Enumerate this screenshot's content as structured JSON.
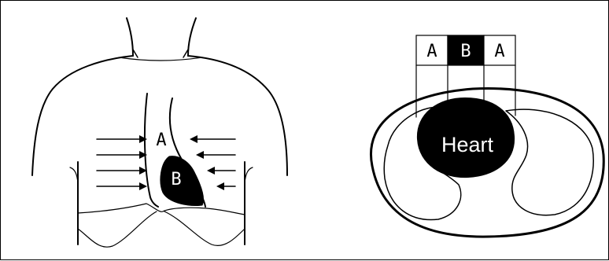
{
  "labels": {
    "chest_a": "A",
    "chest_b": "B",
    "box_left": "A",
    "box_mid": "B",
    "box_right": "A",
    "heart": "Heart"
  },
  "colors": {
    "ink": "#000000",
    "lung_fill": "#d9d9d9",
    "background": "#ffffff",
    "heart_label_text": "#ffffff"
  }
}
